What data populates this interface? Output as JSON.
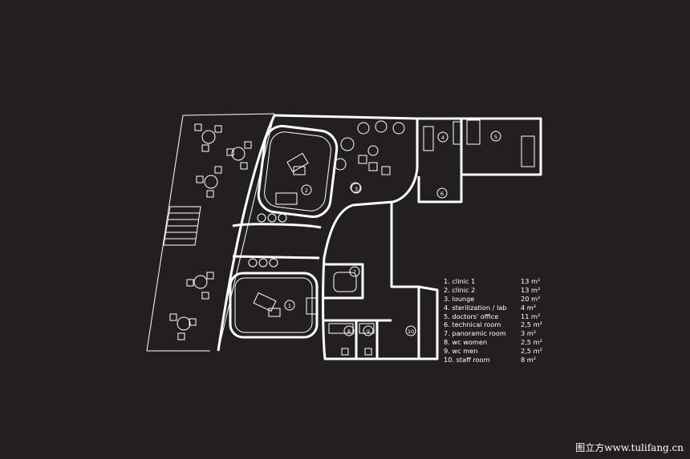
{
  "plan": {
    "room_numbers": [
      "1",
      "2",
      "3",
      "4",
      "5",
      "6",
      "7",
      "8",
      "9",
      "10"
    ]
  },
  "legend": {
    "rows": [
      {
        "name": "1. clinic 1",
        "area": "13 m²"
      },
      {
        "name": "2. clinic 2",
        "area": "13 m²"
      },
      {
        "name": "3. lounge",
        "area": "20 m²"
      },
      {
        "name": "4. sterilization / lab",
        "area": "4 m²"
      },
      {
        "name": "5. doctors' office",
        "area": "11 m²"
      },
      {
        "name": "6. technical room",
        "area": "2,5 m²"
      },
      {
        "name": "7. panoramic room",
        "area": "3 m²"
      },
      {
        "name": "8. wc women",
        "area": "2,5 m²"
      },
      {
        "name": "9. wc men",
        "area": "2,5 m²"
      },
      {
        "name": "10. staff room",
        "area": "8 m²"
      }
    ]
  },
  "watermark": "图立方www.tulifang.cn",
  "colors": {
    "background": "#231f20",
    "line": "#ffffff"
  }
}
